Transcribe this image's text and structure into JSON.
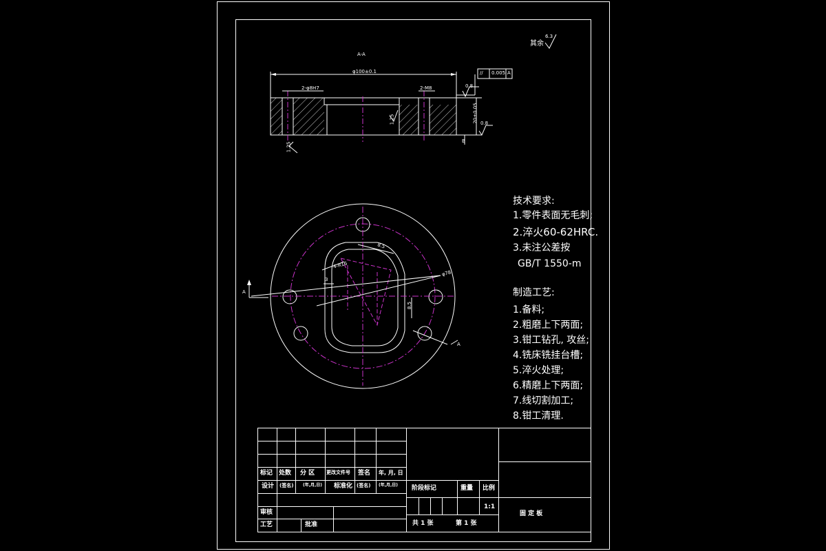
{
  "section_label": "A-A",
  "surface_finish": {
    "label": "其余",
    "value": "6.3"
  },
  "dimensions": {
    "overall_diameter": "φ100±0.1",
    "left_hole": "2-φ8H7",
    "right_hole": "2-M8",
    "flatness_symbol": "//",
    "flatness_value": "0.005",
    "flatness_datum": "A",
    "thickness": "20±0.05",
    "rough_top": "0.8",
    "rough_bottom": "0.8",
    "rough_left": "1.25",
    "rough_mid": "1.25",
    "datum_b": "B",
    "slot_width": "8.5",
    "slot_radius": "4-R16",
    "pcd": "φ78",
    "offset": "3",
    "slot_depth": "8.5",
    "section_mark": "A"
  },
  "requirements": {
    "title": "技术要求:",
    "items": [
      "1.零件表面无毛刺;",
      "2.淬火60-62HRC.",
      "3.未注公差按",
      "GB/T  1550-m"
    ]
  },
  "process": {
    "title": "制造工艺:",
    "items": [
      "1.备料;",
      "2.粗磨上下两面;",
      "3.钳工钻孔, 攻丝;",
      "4.铣床铣挂台槽;",
      "5.淬火处理;",
      "6.精磨上下两面;",
      "7.线切割加工;",
      "8.钳工清理."
    ]
  },
  "title_block": {
    "h_mark": "标记",
    "h_count": "处数",
    "h_zone": "分 区",
    "h_doc": "更改文件号",
    "h_sign": "签名",
    "h_date": "年, 月, 日",
    "design": "设计",
    "sign1": "(签名)",
    "date1": "(年,月,日)",
    "std": "标准化",
    "sign2": "(签名)",
    "date2": "(年,月,日)",
    "review": "审核",
    "process": "工艺",
    "approve": "批准",
    "stage": "阶段标记",
    "weight": "重量",
    "scale_label": "比例",
    "scale": "1:1",
    "sheets": "共 1 张",
    "sheet_no": "第 1 张",
    "part_name": "固 定 板"
  },
  "colors": {
    "line": "#ffffff",
    "center": "#cc33cc",
    "background": "#000000"
  }
}
